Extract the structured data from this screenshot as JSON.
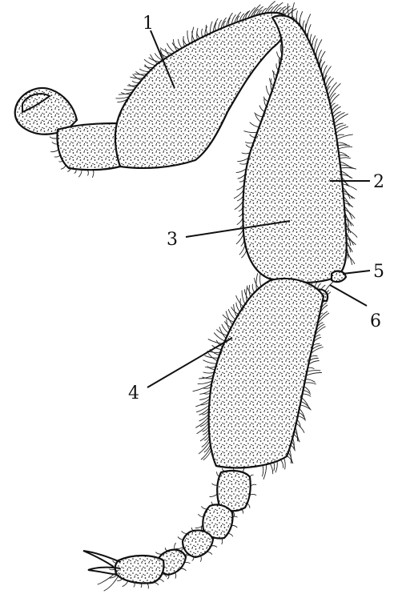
{
  "figure": {
    "subject": "insect-leg",
    "callouts": [
      {
        "id": "1",
        "text": "1"
      },
      {
        "id": "2",
        "text": "2"
      },
      {
        "id": "3",
        "text": "3"
      },
      {
        "id": "4",
        "text": "4"
      },
      {
        "id": "5",
        "text": "5"
      },
      {
        "id": "6",
        "text": "6"
      }
    ],
    "colors": {
      "ink": "#111111",
      "paper": "#ffffff"
    }
  }
}
